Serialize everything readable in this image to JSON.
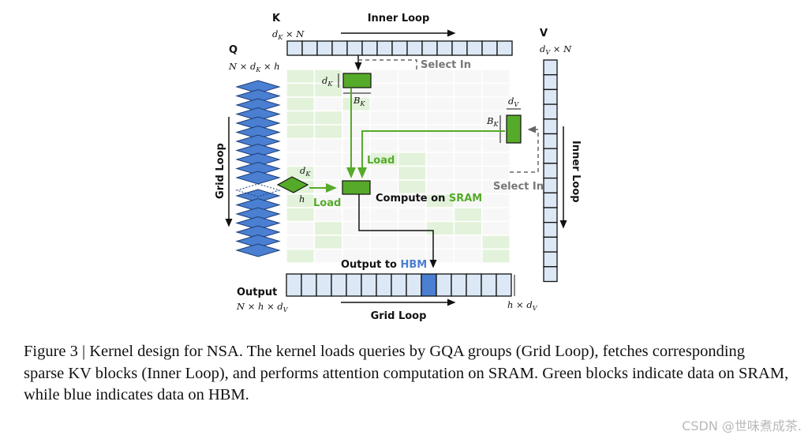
{
  "diagram": {
    "k": {
      "name": "K",
      "dim_base": "d",
      "dim_sub": "K",
      "dim_rest": " × N",
      "loop": "Inner Loop"
    },
    "q": {
      "name": "Q",
      "dim_base": "N × d",
      "dim_sub": "K",
      "dim_rest": " × h",
      "loop": "Grid Loop"
    },
    "v": {
      "name": "V",
      "dim_base": "d",
      "dim_sub": "V",
      "dim_rest": " × N",
      "loop": "Inner Loop"
    },
    "k_block": {
      "height_base": "d",
      "height_sub": "K",
      "width_base": "B",
      "width_sub": "K"
    },
    "v_block": {
      "width_base": "d",
      "width_sub": "V",
      "height_base": "B",
      "height_sub": "K"
    },
    "q_block": {
      "depth_base": "d",
      "depth_sub": "K",
      "head": "h"
    },
    "select_k": "Select In",
    "select_v": "Select In",
    "load_kv": "Load",
    "load_q": "Load",
    "compute_prefix": "Compute on ",
    "compute_highlight": "SRAM",
    "output_prefix": "Output to ",
    "output_highlight": "HBM",
    "output": {
      "name": "Output",
      "dim_base": "N × h × d",
      "dim_sub": "V",
      "dim_rest": "",
      "loop": "Grid Loop",
      "side_base": "h × d",
      "side_sub": "V"
    },
    "colors": {
      "sram_green": "#55aa2a",
      "hbm_blue": "#4a7fd1",
      "buffer_fill": "#dce8f6",
      "grid_fill": "#e3f2da"
    }
  },
  "caption": "Figure 3 | Kernel design for NSA. The kernel loads queries by GQA groups (Grid Loop), fetches corresponding sparse KV blocks (Inner Loop), and performs attention computation on SRAM. Green blocks indicate data on SRAM, while blue indicates data on HBM.",
  "watermark": "CSDN @世味煮成茶."
}
